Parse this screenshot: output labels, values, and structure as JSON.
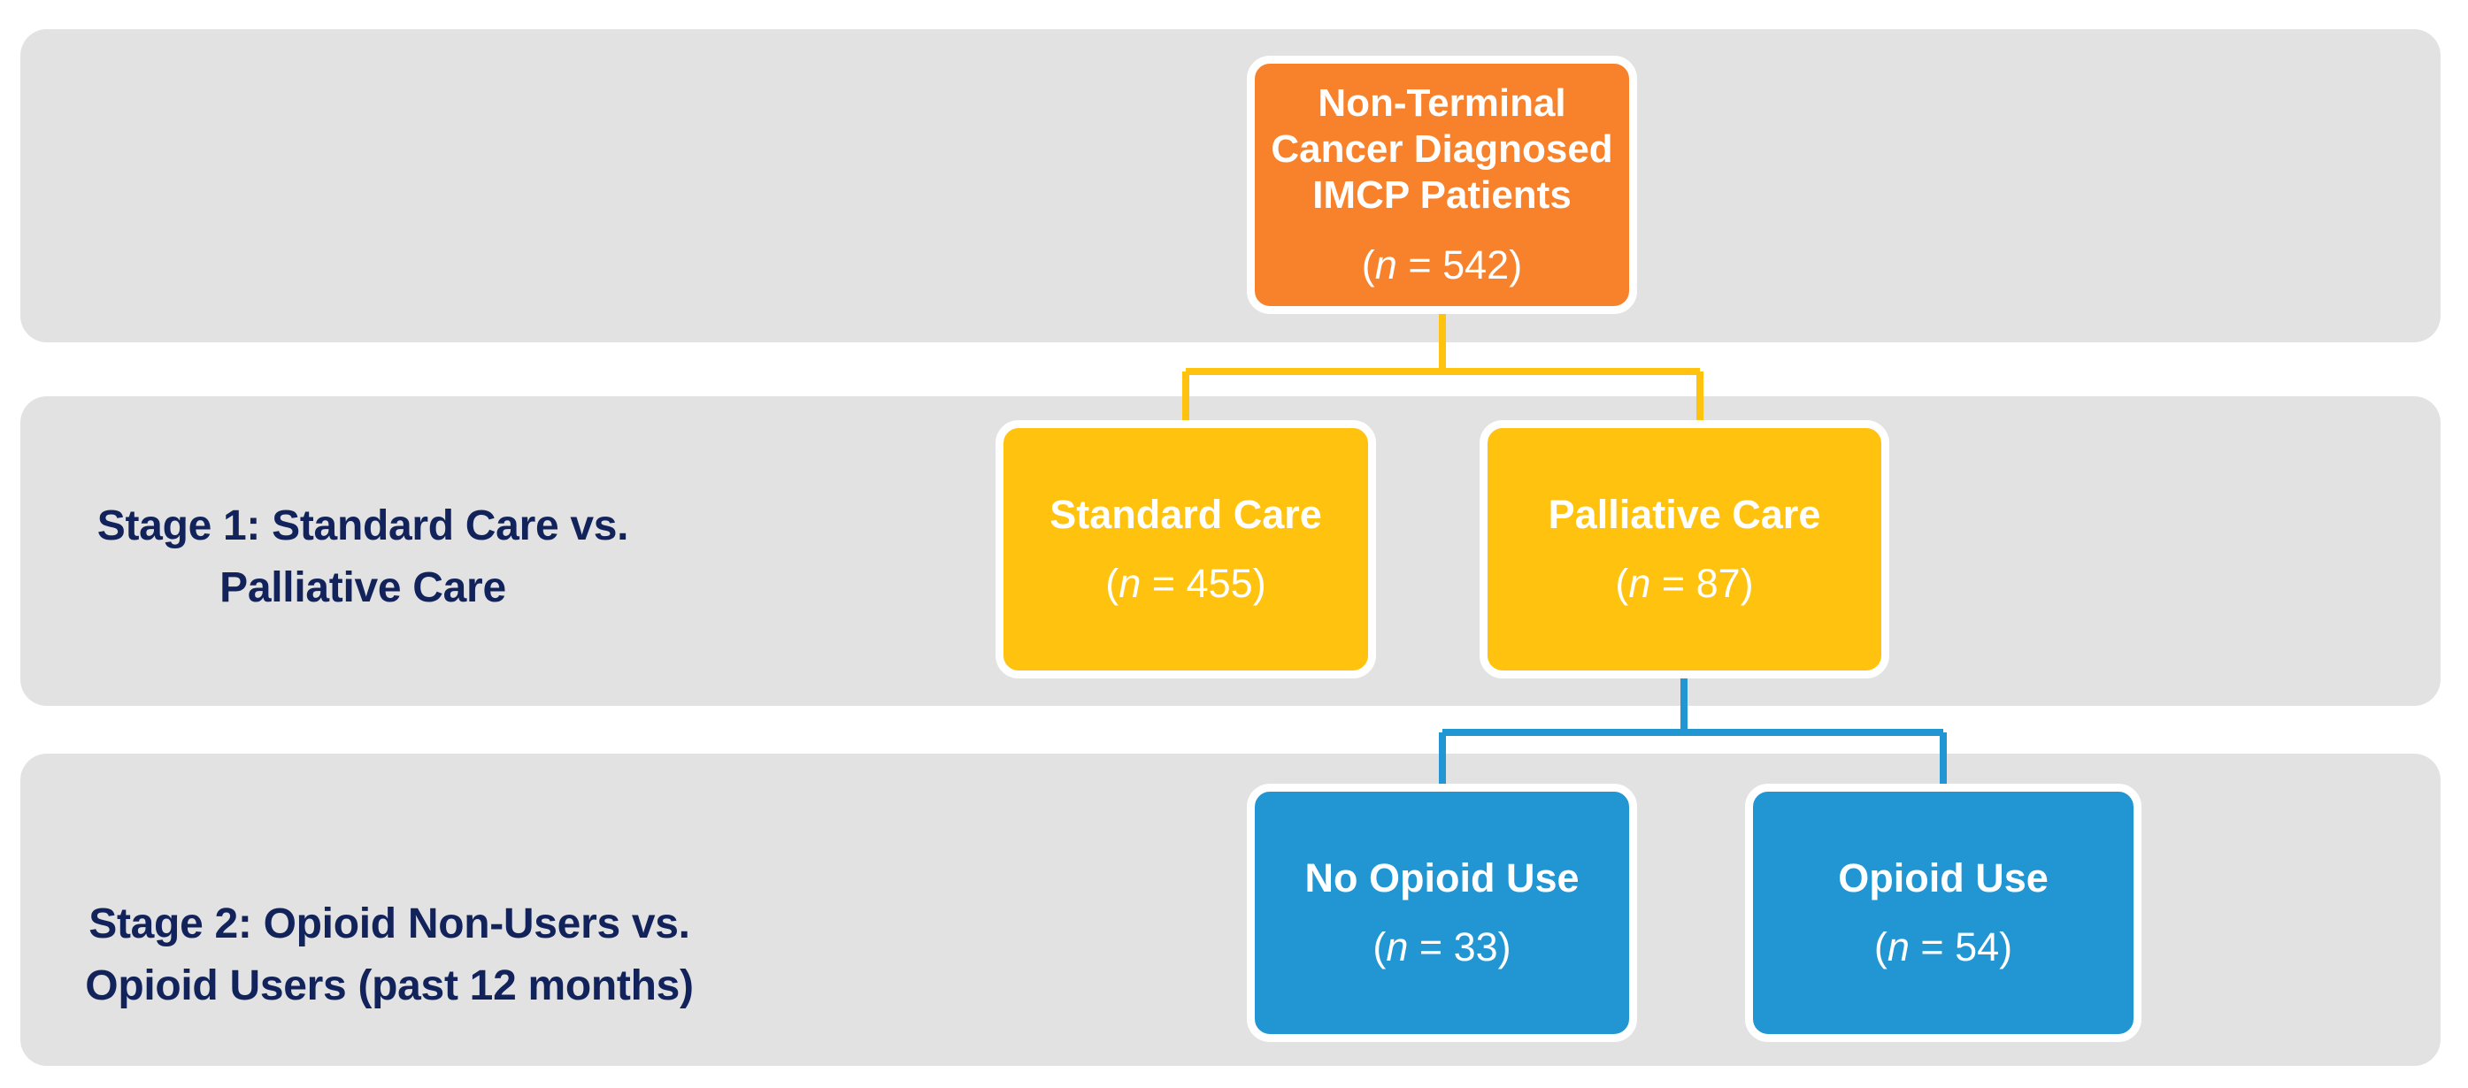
{
  "figure": {
    "type": "flowchart",
    "orientation": "top-down",
    "background_color": "#ffffff",
    "band_color": "#e2e2e2"
  },
  "bands": [
    {
      "name": "row-1-cohort",
      "label": ""
    },
    {
      "name": "row-2-stage-1",
      "label": "Stage 1: Standard Care vs. Palliative Care"
    },
    {
      "name": "row-3-stage-2",
      "label": "Stage 2: Opioid Non-Users vs. Opioid Users (past 12 months)"
    }
  ],
  "stage_labels": {
    "stage1": {
      "line1": "Stage 1: Standard Care vs.",
      "line2": "Palliative Care",
      "color": "#12235C"
    },
    "stage2": {
      "line1": "Stage 2: Opioid Non-Users vs.",
      "line2": "Opioid Users (past 12 months)",
      "color": "#12235C"
    }
  },
  "nodes": {
    "root": {
      "title_line1": "Non-Terminal",
      "title_line2": "Cancer Diagnosed",
      "title_line3": "IMCP Patients",
      "n_open": "(",
      "n_italic": "n",
      "n_eq": " = 542)",
      "n_value": 542,
      "count_text": "(n = 542)",
      "color": "#F7822B",
      "text_color": "#ffffff"
    },
    "standard_care": {
      "title": "Standard Care",
      "n_open": "(",
      "n_italic": "n",
      "n_eq": " = 455)",
      "n_value": 455,
      "count_text": "(n = 455)",
      "color": "#FFC20E",
      "text_color": "#ffffff"
    },
    "palliative_care": {
      "title": "Palliative Care",
      "n_open": "(",
      "n_italic": "n",
      "n_eq": " = 87)",
      "n_value": 87,
      "count_text": "(n = 87)",
      "color": "#FFC20E",
      "text_color": "#ffffff"
    },
    "no_opioid_use": {
      "title": "No Opioid Use",
      "n_open": "(",
      "n_italic": "n",
      "n_eq": " = 33)",
      "n_value": 33,
      "count_text": "(n = 33)",
      "color": "#2196D3",
      "text_color": "#ffffff"
    },
    "opioid_use": {
      "title": "Opioid Use",
      "n_open": "(",
      "n_italic": "n",
      "n_eq": " = 54)",
      "n_value": 54,
      "count_text": "(n = 54)",
      "color": "#2196D3",
      "text_color": "#ffffff"
    }
  },
  "connectors": [
    {
      "name": "root-to-stage1",
      "from": "root",
      "to": [
        "standard_care",
        "palliative_care"
      ],
      "color": "#FFC20E"
    },
    {
      "name": "palliative-to-stage2",
      "from": "palliative_care",
      "to": [
        "no_opioid_use",
        "opioid_use"
      ],
      "color": "#2196D3"
    }
  ],
  "colors": {
    "orange": "#F7822B",
    "yellow": "#FFC20E",
    "blue": "#2196D3",
    "navy": "#12235C",
    "band_gray": "#e2e2e2",
    "white": "#ffffff"
  }
}
